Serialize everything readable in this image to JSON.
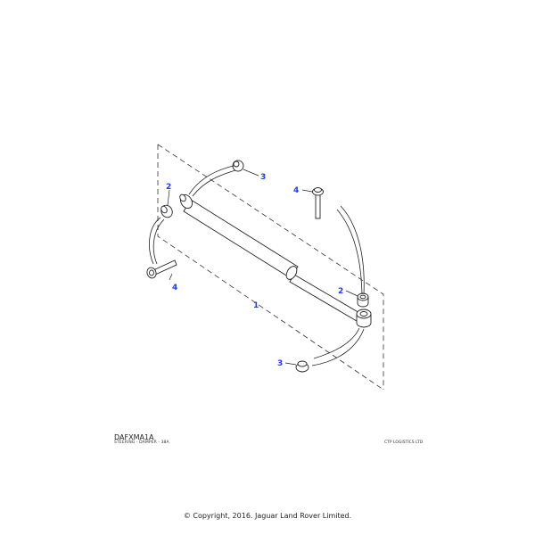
{
  "diagram": {
    "code": "DAFXMA1A",
    "description": "STEERING - DAMPER - 38A",
    "publisher": "CTP LOGISTICS LTD",
    "copyright": "© Copyright, 2016. Jaguar Land Rover Limited.",
    "callout_color": "#1a3cff",
    "line_color": "#333333",
    "callouts": [
      {
        "id": "c1",
        "label": "1",
        "part": "steering damper"
      },
      {
        "id": "c2a",
        "label": "2",
        "part": "bush (upper left)"
      },
      {
        "id": "c2b",
        "label": "2",
        "part": "bush (lower right)"
      },
      {
        "id": "c3a",
        "label": "3",
        "part": "bush (upper)"
      },
      {
        "id": "c3b",
        "label": "3",
        "part": "bush (lower)"
      },
      {
        "id": "c4a",
        "label": "4",
        "part": "bolt (upper right)"
      },
      {
        "id": "c4b",
        "label": "4",
        "part": "bolt (lower left)"
      }
    ]
  }
}
